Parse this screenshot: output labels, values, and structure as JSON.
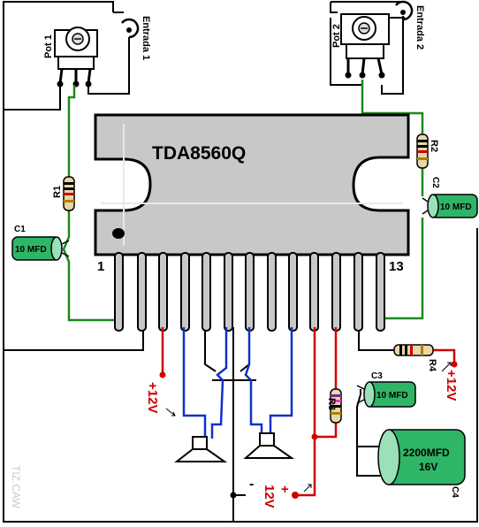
{
  "chip": {
    "name": "TDA8560Q",
    "pin_first": "1",
    "pin_last": "13"
  },
  "pots": [
    {
      "label": "Pot 1",
      "input": "Entrada 1"
    },
    {
      "label": "Pot 2",
      "input": "Entrada 2"
    }
  ],
  "resistors": [
    "R1",
    "R2",
    "R3",
    "R4"
  ],
  "capacitors": [
    {
      "label": "C1",
      "value": "10 MFD"
    },
    {
      "label": "C2",
      "value": "10 MFD"
    },
    {
      "label": "C3",
      "value": "10 MFD"
    },
    {
      "label": "C4",
      "value_line1": "2200MFD",
      "value_line2": "16V"
    }
  ],
  "supply": {
    "pos_left": "+12V",
    "pos_right": "+12V",
    "bottom_plus": "+",
    "bottom_voltage": "12V",
    "bottom_minus": "-"
  },
  "watermark": "TIZ.CAW",
  "colors": {
    "wire": "#000000",
    "green_wire": "#1a8a1a",
    "red_wire": "#d00000",
    "blue_wire": "#1030c8",
    "cap_body": "#2fb566",
    "chip_body": "#c8c8c8"
  }
}
